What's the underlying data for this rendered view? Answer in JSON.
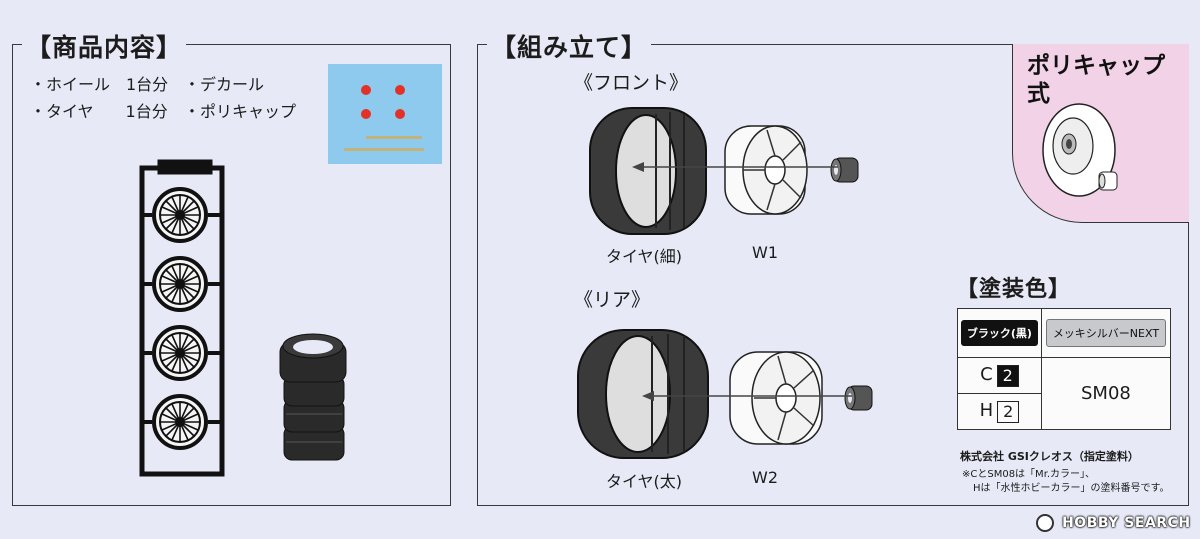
{
  "sections": {
    "contents_title": "【商品内容】",
    "assembly_title": "【組み立て】",
    "paint_title": "【塗装色】"
  },
  "contents": {
    "items_col1": [
      "・ホイール　1台分",
      "・タイヤ　　1台分"
    ],
    "items_col2": [
      "・デカール",
      "・ポリキャップ"
    ]
  },
  "assembly": {
    "front_label": "《フロント》",
    "rear_label": "《リア》",
    "tire_front": "タイヤ(細)",
    "wheel_front": "W1",
    "tire_rear": "タイヤ(太)",
    "wheel_rear": "W2",
    "polycap_badge": "ポリキャップ式"
  },
  "paint": {
    "headers": [
      "ブラック(黒)",
      "メッキシルバーNEXT"
    ],
    "black_codes": [
      {
        "prefix": "C",
        "num": "2"
      },
      {
        "prefix": "H",
        "num": "2"
      }
    ],
    "silver_code": "SM08",
    "maker": "株式会社 GSIクレオス（指定塗料）",
    "note_line1": "※CとSM08は「Mr.カラー」、",
    "note_line2": "Hは「水性ホビーカラー」の塗料番号です。"
  },
  "watermark": "HOBBY SEARCH",
  "colors": {
    "background": "#e7eaf6",
    "badge_pink": "#f1d2e6",
    "decal_blue": "#8ec9ee",
    "decal_red": "#e33127"
  }
}
